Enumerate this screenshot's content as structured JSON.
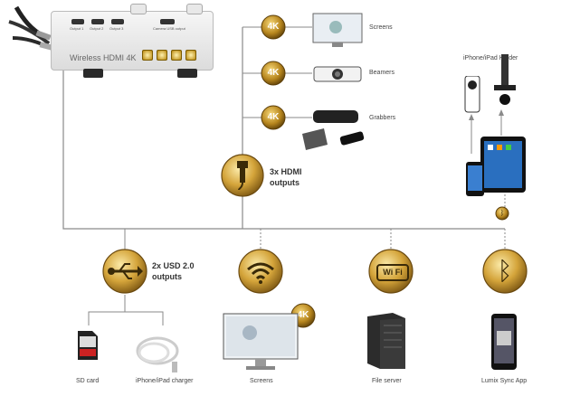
{
  "device": {
    "title": "Wireless HDMI 4K",
    "ports": [
      "Output 1",
      "Output 2",
      "Output 3",
      "Camera USB output"
    ]
  },
  "badge": "4K",
  "hdmi": {
    "caption": "3x HDMI outputs",
    "targets": [
      "Screens",
      "Beamers",
      "Grabbers"
    ]
  },
  "usb": {
    "caption": "2x USD 2.0 outputs",
    "items": [
      "SD card",
      "iPhone/iPad charger"
    ]
  },
  "wifi": {
    "items": [
      "Screens",
      "File server"
    ]
  },
  "bluetooth": {
    "items": [
      "Lumix Sync App"
    ]
  },
  "holder": "iPhone/iPad Holder",
  "icons": {
    "hdmi": "hdmi-icon",
    "usb": "usb-icon",
    "wifi": "wifi-icon",
    "wifi_text": "Wi Fi",
    "bluetooth": "bluetooth-icon"
  },
  "colors": {
    "gold_light": "#f3d98a",
    "gold": "#c9a030",
    "gold_dark": "#6b4a10",
    "line": "#8a8a8a"
  }
}
